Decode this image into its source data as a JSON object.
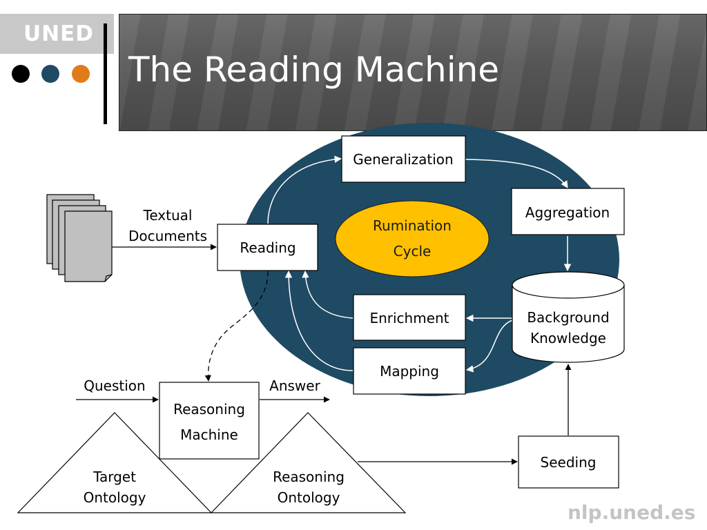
{
  "header": {
    "logo": "UNED",
    "title": "The Reading Machine",
    "dots": [
      "#000000",
      "#1f4a63",
      "#e07b1a"
    ]
  },
  "footer": {
    "site": "nlp.uned.es"
  },
  "colors": {
    "cycle_background": "#1f4a63",
    "rumination": "#ffc000",
    "box_fill": "#ffffff",
    "document_fill": "#c0c0c0"
  },
  "diagram": {
    "documents_label": [
      "Textual",
      "Documents"
    ],
    "reading": "Reading",
    "generalization": "Generalization",
    "aggregation": "Aggregation",
    "rumination": [
      "Rumination",
      "Cycle"
    ],
    "background_knowledge": [
      "Background",
      "Knowledge"
    ],
    "enrichment": "Enrichment",
    "mapping": "Mapping",
    "question": "Question",
    "answer": "Answer",
    "reasoning_machine": [
      "Reasoning",
      "Machine"
    ],
    "target_ontology": [
      "Target",
      "Ontology"
    ],
    "reasoning_ontology": [
      "Reasoning",
      "Ontology"
    ],
    "seeding": "Seeding"
  }
}
